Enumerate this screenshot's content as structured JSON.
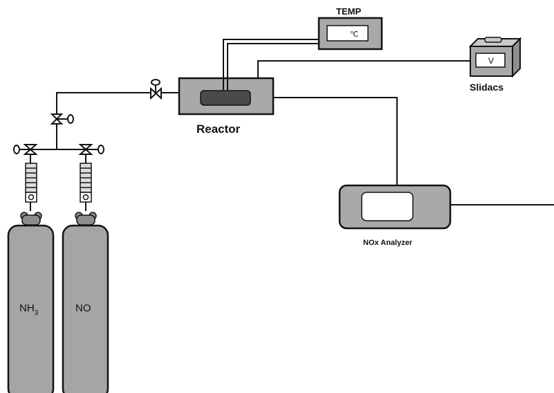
{
  "labels": {
    "temp_title": "TEMP",
    "temp_unit": "℃",
    "slidacs_unit": "V",
    "slidacs_title": "Slidacs",
    "reactor_title": "Reactor",
    "analyzer_title": "NOx Analyzer",
    "cylinder_nh3_main": "NH",
    "cylinder_nh3_sub": "3",
    "cylinder_no": "NO"
  },
  "colors": {
    "line": "#111111",
    "body_gray": "#a9a9a9",
    "inner_dark": "#4a4a4a",
    "cylinder_gray": "#a5a5a5",
    "panel_light": "#dcdcdc"
  }
}
